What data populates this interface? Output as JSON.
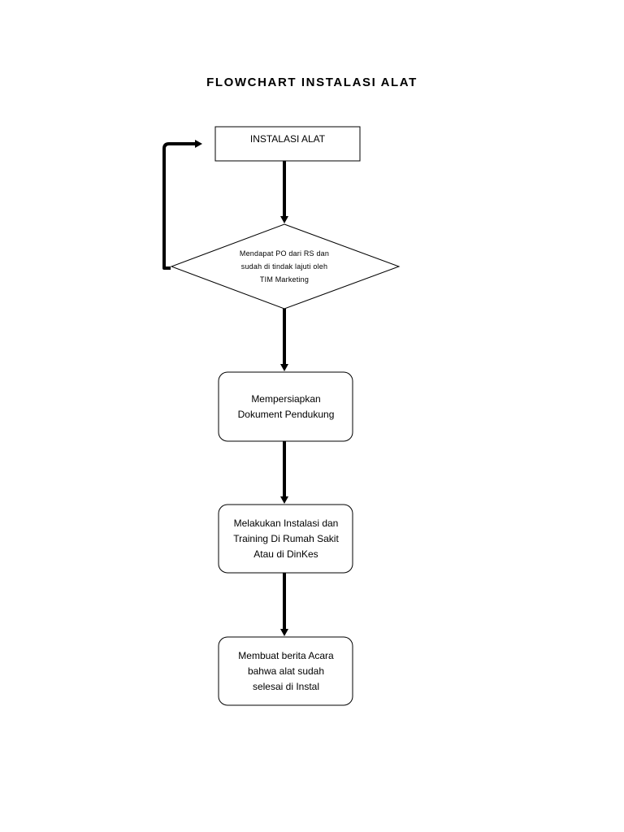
{
  "title": "FLOWCHART INSTALASI ALAT",
  "start": {
    "label": "INSTALASI ALAT"
  },
  "decision": {
    "label": "Mendapat PO dari RS dan\nsudah di tindak lajuti oleh\nTIM Marketing"
  },
  "steps": [
    {
      "label": "Mempersiapkan\nDokument Pendukung"
    },
    {
      "label": "Melakukan Instalasi dan\nTraining Di Rumah Sakit\nAtau di DinKes"
    },
    {
      "label": "Membuat berita Acara\nbahwa alat sudah\nselesai di Instal"
    }
  ]
}
